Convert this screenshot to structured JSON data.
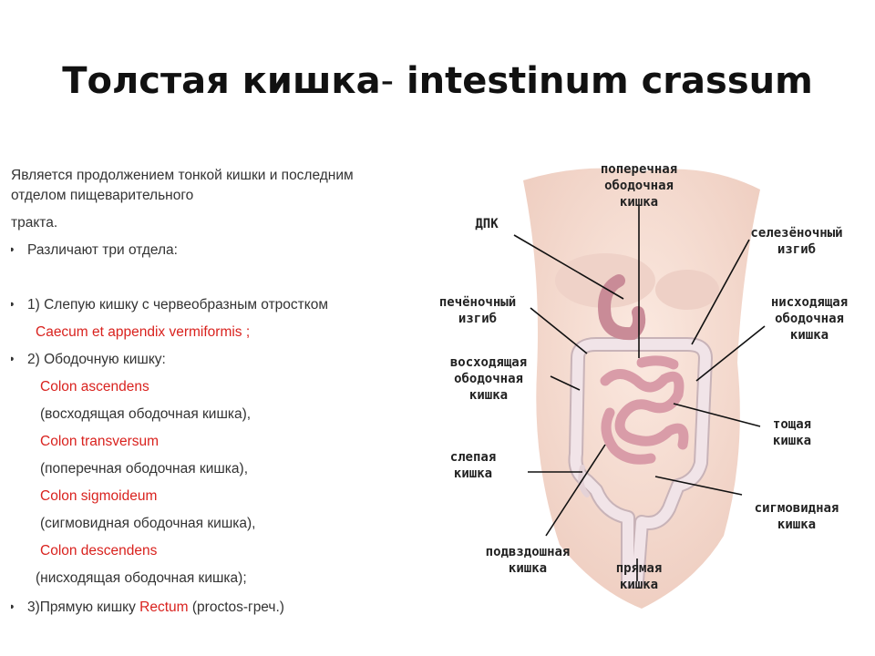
{
  "slide": {
    "title_ru": "Толстая кишка",
    "title_sep": "-",
    "title_lat": "intestinum crassum"
  },
  "body": {
    "intro_1": "Является продолжением тонкой кишки и последним",
    "intro_2": "отделом пищеварительного",
    "intro_3": "тракта.",
    "b1": "Различают три отдела:",
    "b2": "1) Слепую  кишку с червеобразным отростком",
    "b2_lat": "Caecum et appendix vermiformis ;",
    "b3": "2)  Ободочную кишку:",
    "colon": [
      {
        "lat": "Colon ascendens",
        "ru": "(восходящая ободочная кишка),"
      },
      {
        "lat": "Colon transversum",
        "ru": "(поперечная ободочная кишка),"
      },
      {
        "lat": "Colon sigmoideum",
        "ru": "(сигмовидная  ободочная кишка),"
      },
      {
        "lat": "Colon descendens",
        "ru": "(нисходящая ободочная кишка);"
      }
    ],
    "b4_pre": "3)Прямую кишку ",
    "b4_lat": "Rectum",
    "b4_post": " (proctos-греч.)"
  },
  "figure": {
    "labels": {
      "transverse_1": "поперечная",
      "transverse_2": "ободочная",
      "transverse_3": "кишка",
      "dpk": "ДПК",
      "splenic_1": "селезёночный",
      "splenic_2": "изгиб",
      "hepatic_1": "печёночный",
      "hepatic_2": "изгиб",
      "descending_1": "нисходящая",
      "descending_2": "ободочная",
      "descending_3": "кишка",
      "ascending_1": "восходящая",
      "ascending_2": "ободочная",
      "ascending_3": "кишка",
      "jejunum_1": "тощая",
      "jejunum_2": "кишка",
      "caecum_1": "слепая",
      "caecum_2": "кишка",
      "sigmoid_1": "сигмовидная",
      "sigmoid_2": "кишка",
      "ileum_1": "подвздошная",
      "ileum_2": "кишка",
      "rectum_1": "прямая",
      "rectum_2": "кишка"
    },
    "colors": {
      "skin": "#f4dcd0",
      "colon": "#f1e4e8",
      "small_intestine": "#d99ca8",
      "line": "#111111"
    }
  }
}
